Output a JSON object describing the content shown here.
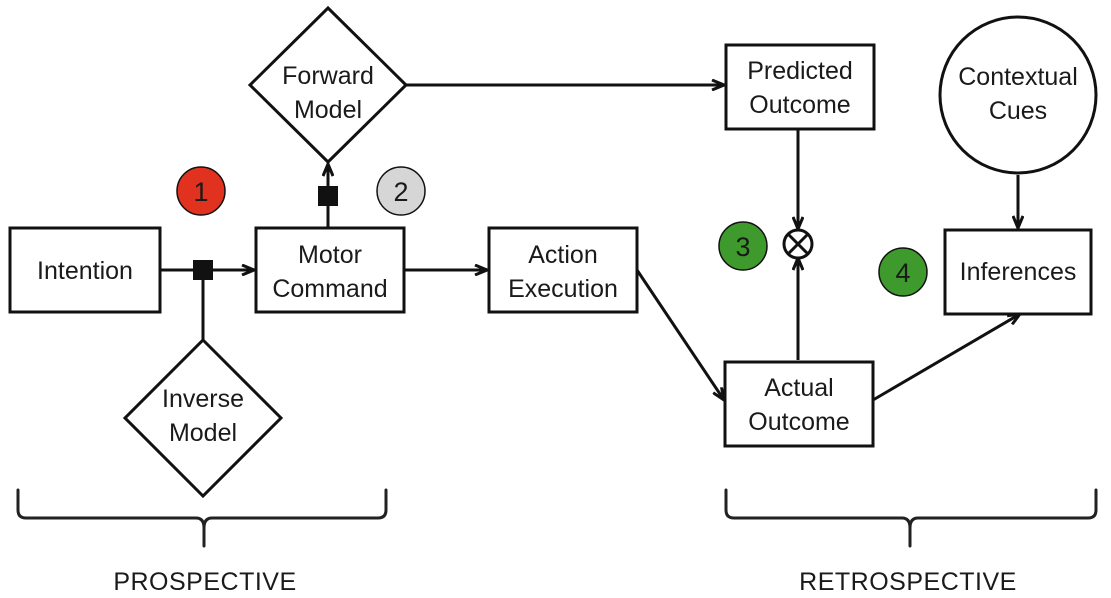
{
  "nodes": {
    "intention": {
      "lines": [
        "Intention"
      ]
    },
    "motor_command": {
      "lines": [
        "Motor",
        "Command"
      ]
    },
    "action_execution": {
      "lines": [
        "Action",
        "Execution"
      ]
    },
    "actual_outcome": {
      "lines": [
        "Actual",
        "Outcome"
      ]
    },
    "predicted_outcome": {
      "lines": [
        "Predicted",
        "Outcome"
      ]
    },
    "inferences": {
      "lines": [
        "Inferences"
      ]
    },
    "contextual_cues": {
      "lines": [
        "Contextual",
        "Cues"
      ]
    },
    "forward_model": {
      "lines": [
        "Forward",
        "Model"
      ]
    },
    "inverse_model": {
      "lines": [
        "Inverse",
        "Model"
      ]
    }
  },
  "badges": [
    {
      "label": "1",
      "color": "#e0321e"
    },
    {
      "label": "2",
      "color": "#d6d6d6"
    },
    {
      "label": "3",
      "color": "#3f9a2d"
    },
    {
      "label": "4",
      "color": "#3f9a2d"
    }
  ],
  "comparator_symbol": "⊗",
  "sections": {
    "prospective": "PROSPECTIVE",
    "retrospective": "RETROSPECTIVE"
  }
}
